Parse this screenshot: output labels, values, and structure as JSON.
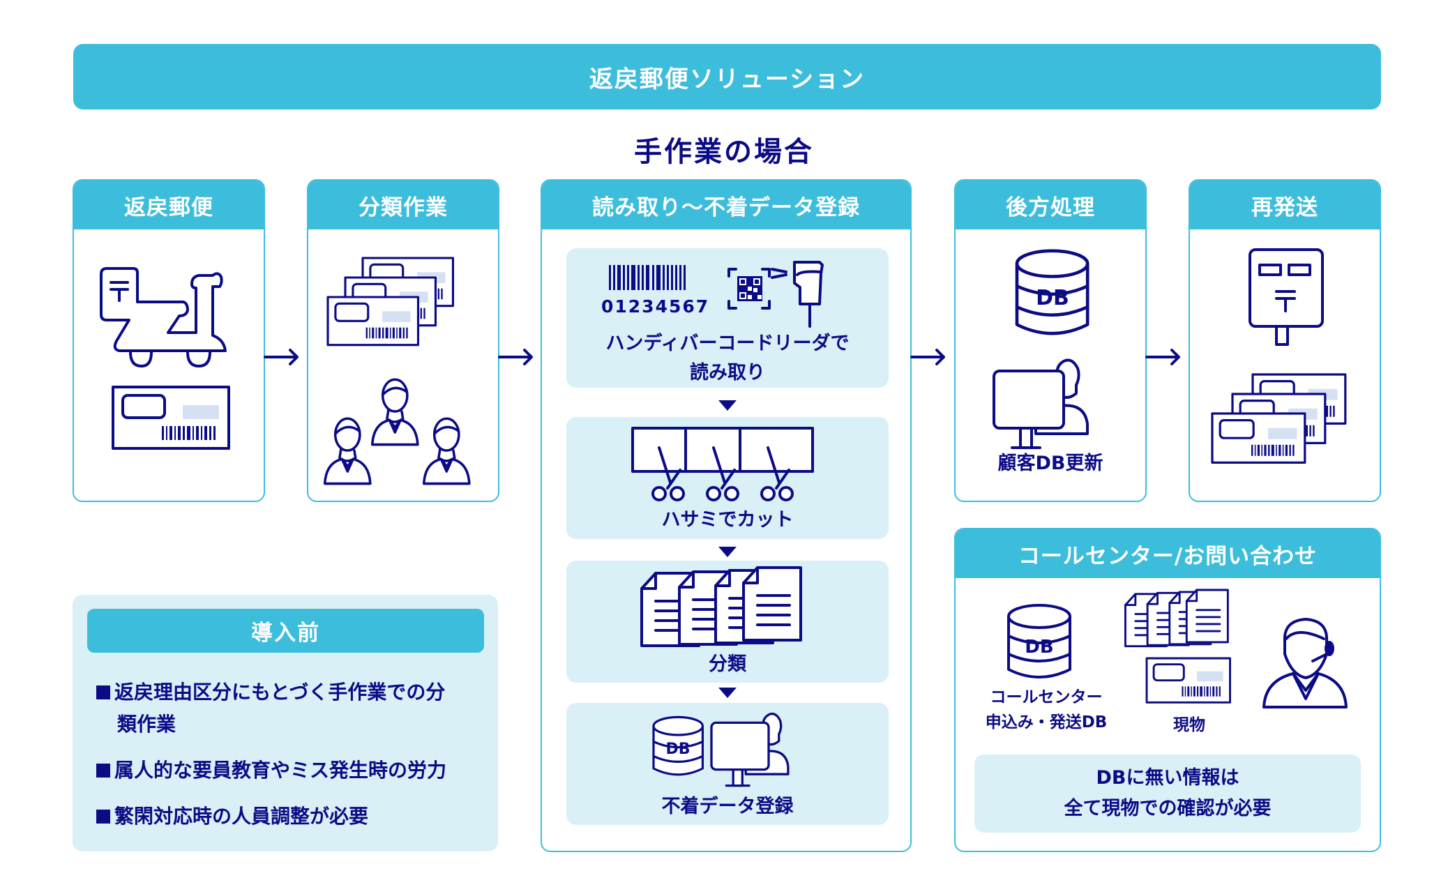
{
  "banner": {
    "title": "返戻郵便ソリューション"
  },
  "subtitle": "手作業の場合",
  "colors": {
    "accent": "#3dbddc",
    "navy": "#0b0b85",
    "panel": "#d9f0f6",
    "tag": "#d5e1f3"
  },
  "steps": [
    {
      "title": "返戻郵便",
      "icons": [
        "delivery-scooter-icon",
        "postcard-icon"
      ]
    },
    {
      "title": "分類作業",
      "icons": [
        "postcard-stack-icon",
        "staff-group-icon"
      ]
    },
    {
      "title": "読み取り〜不着データ登録",
      "substeps": [
        {
          "barcode_number": "01234567",
          "label_line1": "ハンディバーコードリーダで",
          "label_line2": "読み取り",
          "icons": [
            "barcode-icon",
            "qr-code-icon",
            "handheld-scanner-icon"
          ]
        },
        {
          "label": "ハサミでカット",
          "icons": [
            "scissors-cut-icon"
          ]
        },
        {
          "label": "分類",
          "icons": [
            "document-stack-icon"
          ]
        },
        {
          "label": "不着データ登録",
          "db_text": "DB",
          "icons": [
            "database-icon",
            "operator-pc-icon"
          ]
        }
      ]
    },
    {
      "title": "後方処理",
      "db_text": "DB",
      "label": "顧客DB更新",
      "icons": [
        "database-icon",
        "operator-pc-icon"
      ]
    },
    {
      "title": "再発送",
      "icons": [
        "mailbox-icon",
        "postcard-stack-icon"
      ]
    }
  ],
  "call_center": {
    "title": "コールセンター/お問い合わせ",
    "db_text": "DB",
    "db_label_line1": "コールセンター",
    "db_label_line2": "申込み・発送DB",
    "items_label": "現物",
    "note_line1": "DBに無い情報は",
    "note_line2": "全て現物での確認が必要"
  },
  "before": {
    "title": "導入前",
    "bullets": [
      {
        "line1": "返戻理由区分にもとづく手作業での分",
        "line2": "類作業"
      },
      {
        "line1": "属人的な要員教育やミス発生時の労力"
      },
      {
        "line1": "繁閑対応時の人員調整が必要"
      }
    ]
  }
}
